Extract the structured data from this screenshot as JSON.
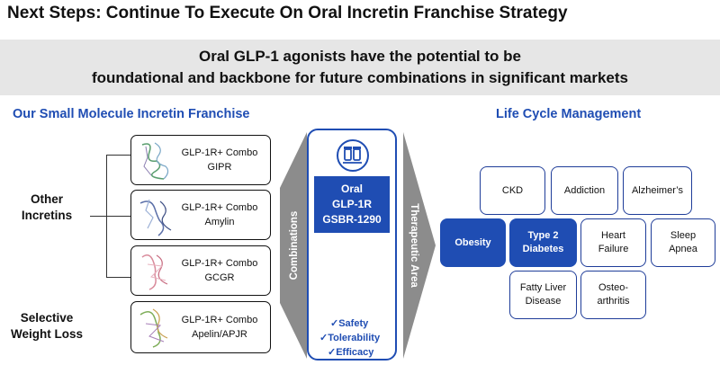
{
  "title": "Next Steps: Continue To Execute On Oral Incretin Franchise Strategy",
  "banner": {
    "line1": "Oral GLP-1 agonists have the potential to be",
    "line2": "foundational and backbone for future combinations in significant markets"
  },
  "left_heading": "Our Small Molecule Incretin Franchise",
  "right_heading": "Life Cycle Management",
  "groups": {
    "other_line1": "Other",
    "other_line2": "Incretins",
    "selective_line1": "Selective",
    "selective_line2": "Weight Loss"
  },
  "combos": [
    {
      "line1": "GLP-1R+ Combo",
      "line2": "GIPR"
    },
    {
      "line1": "GLP-1R+ Combo",
      "line2": "Amylin"
    },
    {
      "line1": "GLP-1R+ Combo",
      "line2": "GCGR"
    },
    {
      "line1": "GLP-1R+ Combo",
      "line2": "Apelin/APJR"
    }
  ],
  "arrows": {
    "left": "Combinations",
    "right": "Therapeutic Area"
  },
  "center": {
    "line1": "Oral",
    "line2": "GLP-1R",
    "line3": "GSBR-1290",
    "benefits": [
      "✓Safety",
      "✓Tolerability",
      "✓Efficacy"
    ]
  },
  "lifecycle": {
    "ckd": "CKD",
    "addiction": "Addiction",
    "alzheimers": "Alzheimer’s",
    "obesity": "Obesity",
    "t2d_line1": "Type 2",
    "t2d_line2": "Diabetes",
    "hf_line1": "Heart",
    "hf_line2": "Failure",
    "sleep_line1": "Sleep",
    "sleep_line2": "Apnea",
    "fatty_line1": "Fatty Liver",
    "fatty_line2": "Disease",
    "osteo_line1": "Osteo-",
    "osteo_line2": "arthritis"
  },
  "colors": {
    "brand_blue": "#1f4db3",
    "arrow_gray": "#8c8c8c",
    "banner_gray": "#e6e6e6"
  },
  "icons": [
    "pill-bottles-icon",
    "molecule-structure-icon"
  ]
}
